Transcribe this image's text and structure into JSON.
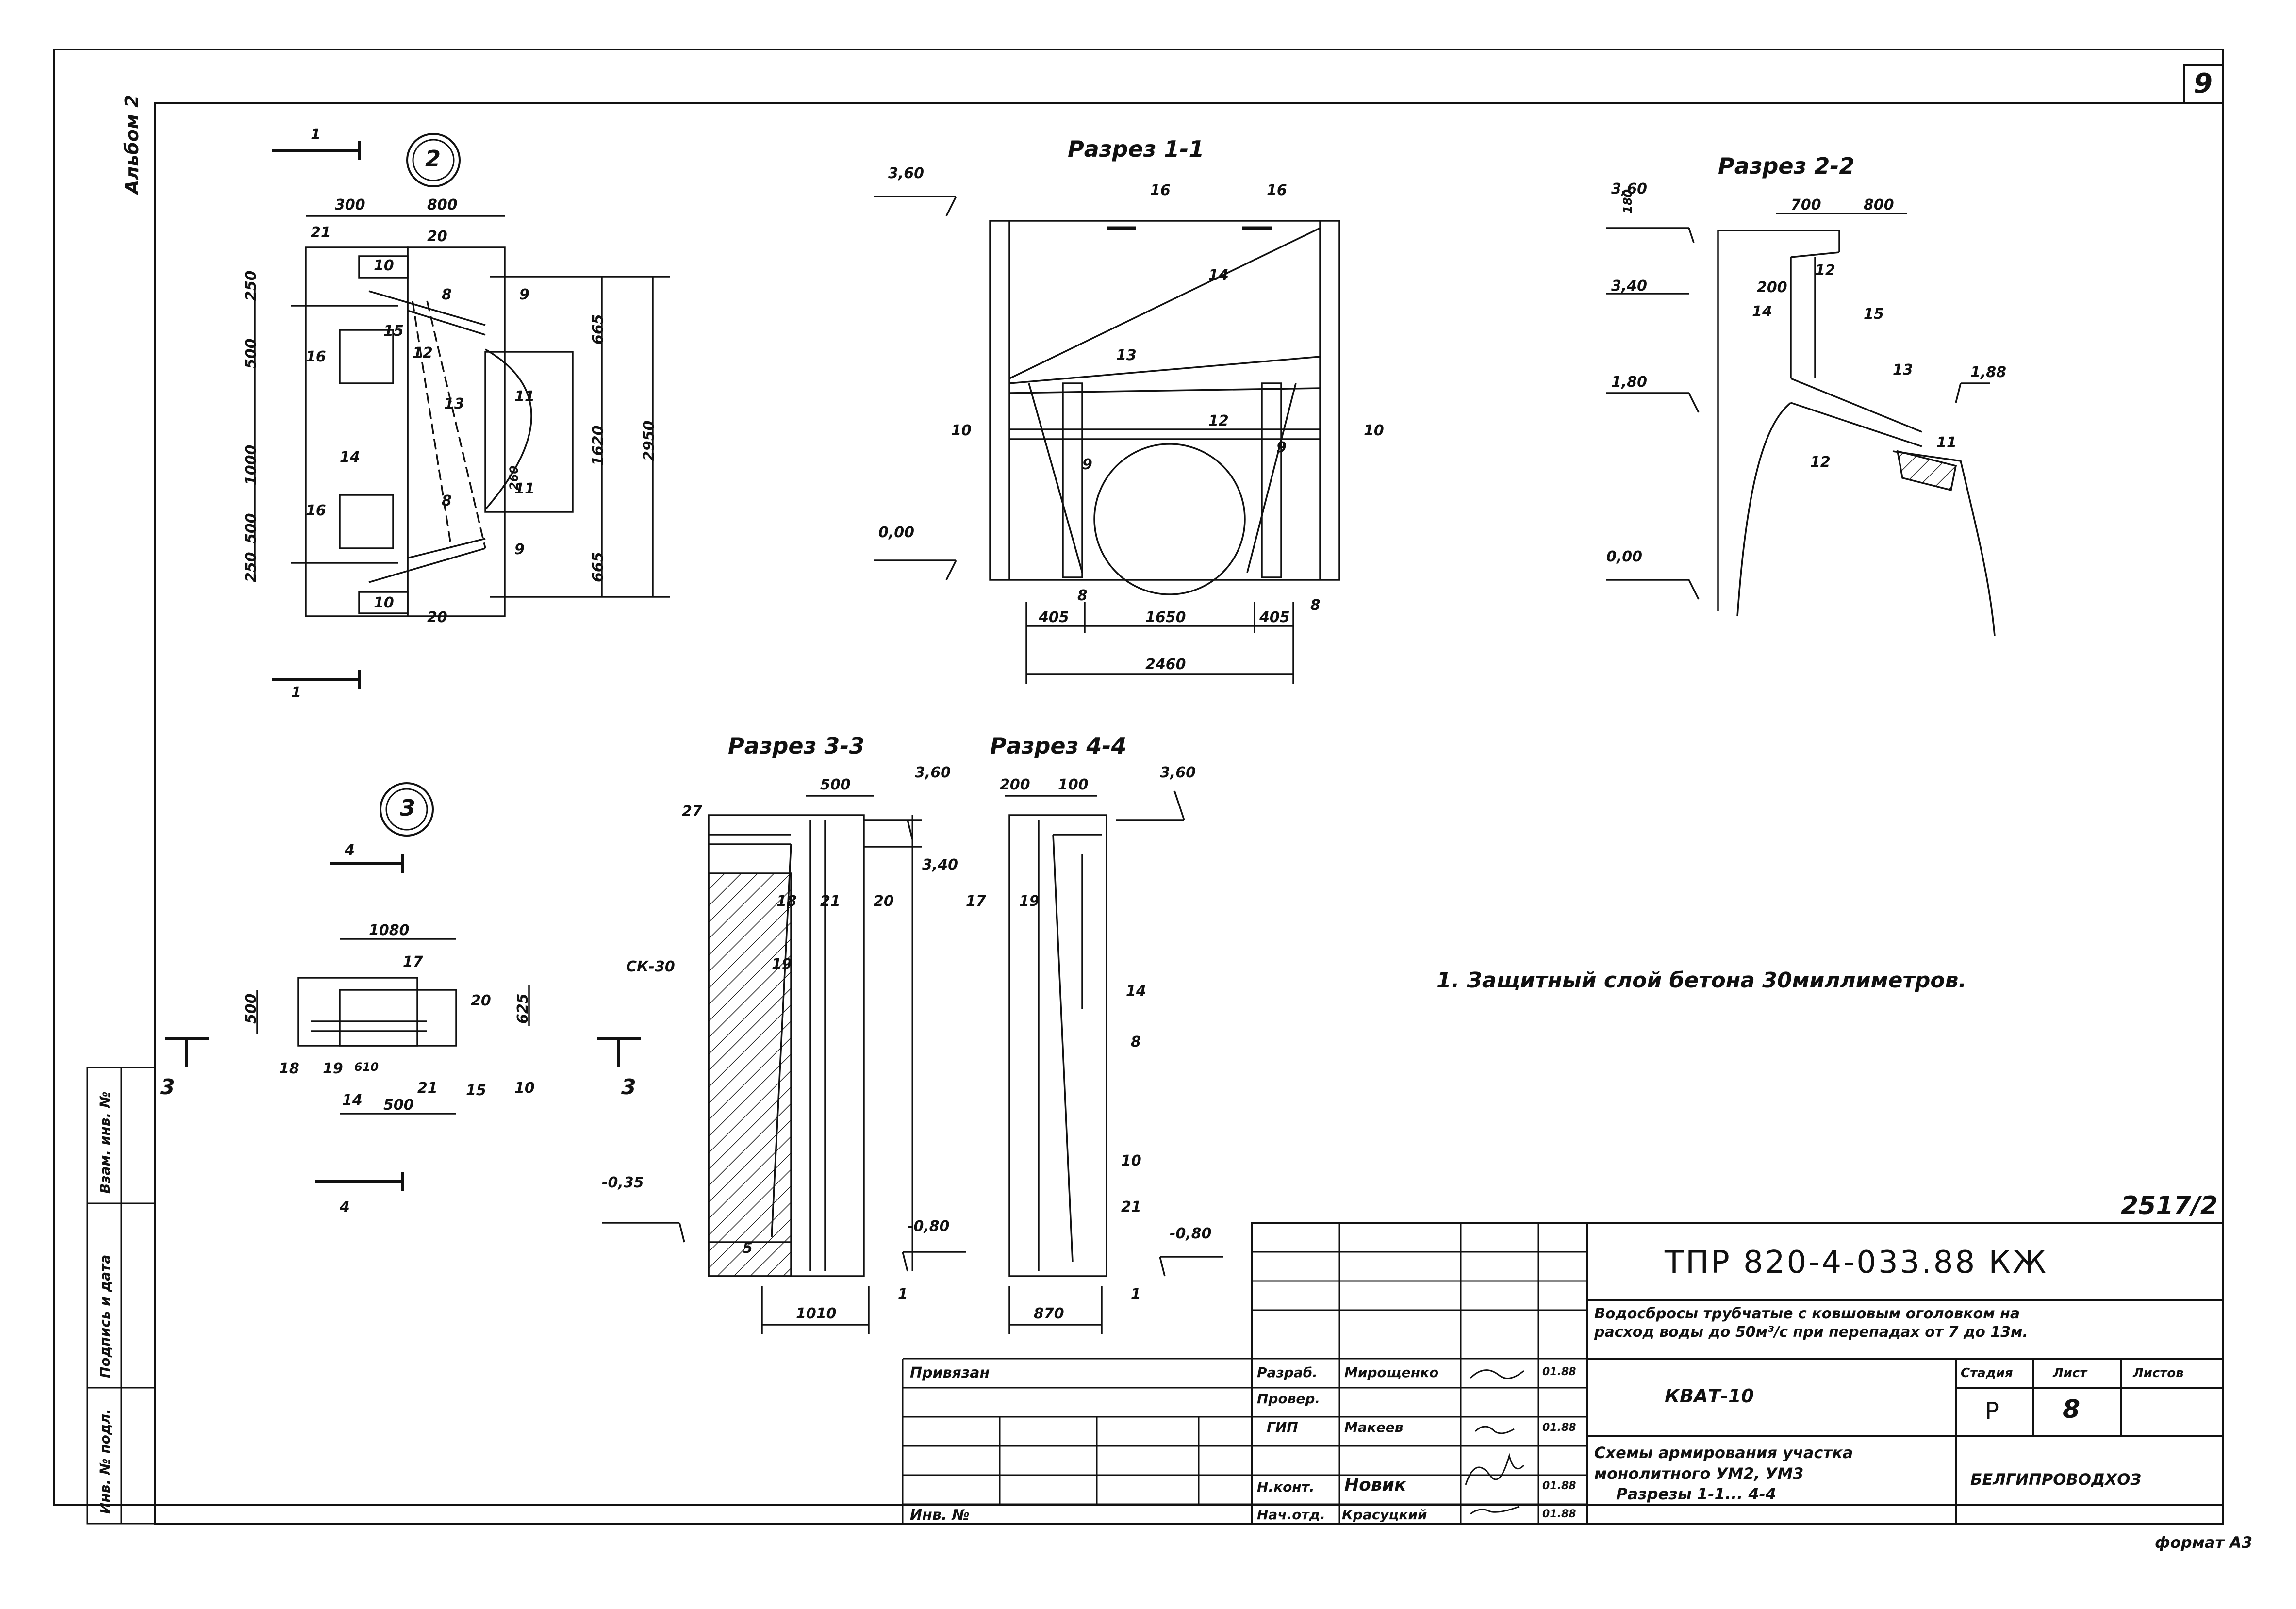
{
  "sheet": {
    "album": "Альбом 2",
    "sheet_number": "9",
    "archive_number": "2517/2",
    "format": "формат А3"
  },
  "side_stamp": {
    "col1": "Инв. № подл.",
    "col2": "Подпись и дата",
    "col3": "Взам. инв. №"
  },
  "view2": {
    "marker": "2",
    "cut_marks": [
      "1",
      "1"
    ],
    "dims_top": [
      "300",
      "800"
    ],
    "dims_left": [
      "250",
      "500",
      "1000",
      "500",
      "250"
    ],
    "dims_right": [
      "665",
      "1620",
      "665",
      "2950"
    ],
    "inner_dim": "260",
    "positions": [
      "21",
      "20",
      "10",
      "8",
      "9",
      "12",
      "15",
      "16",
      "13",
      "11",
      "11",
      "14",
      "16",
      "8",
      "9",
      "10",
      "20"
    ]
  },
  "section11": {
    "title": "Разрез 1-1",
    "levels": [
      "3,60",
      "0,00"
    ],
    "positions": [
      "16",
      "16",
      "14",
      "13",
      "12",
      "10",
      "10",
      "9",
      "9",
      "8",
      "8"
    ],
    "dims_bottom": [
      "405",
      "1650",
      "405",
      "2460"
    ]
  },
  "section22": {
    "title": "Разрез 2-2",
    "levels": [
      "3,60",
      "3,40",
      "1,80",
      "1,88",
      "0,00"
    ],
    "dims": [
      "180",
      "700",
      "800",
      "200"
    ],
    "positions": [
      "12",
      "14",
      "15",
      "13",
      "11",
      "12"
    ]
  },
  "view3": {
    "marker": "3",
    "cut_marks": [
      "4",
      "4",
      "3",
      "3"
    ],
    "dims": [
      "1080",
      "500",
      "625",
      "500"
    ],
    "positions": [
      "17",
      "20",
      "18",
      "19",
      "610",
      "21",
      "15",
      "10",
      "14"
    ]
  },
  "section33": {
    "title": "Разрез 3-3",
    "levels": [
      "3,60",
      "3,40",
      "-0,35",
      "-0,80"
    ],
    "dims": [
      "500",
      "1010"
    ],
    "positions": [
      "27",
      "18",
      "21",
      "20",
      "19",
      "5",
      "1"
    ],
    "mark": "СК-30"
  },
  "section44": {
    "title": "Разрез 4-4",
    "levels": [
      "3,60",
      "-0,80"
    ],
    "dims": [
      "200",
      "100",
      "870"
    ],
    "positions": [
      "17",
      "19",
      "14",
      "8",
      "10",
      "21",
      "1"
    ]
  },
  "note": "1. Защитный слой бетона 30миллиметров.",
  "title_block": {
    "code": "ТПР 820-4-033.88 КЖ",
    "description_line1": "Водосбросы трубчатые с ковшовым оголовком на",
    "description_line2": "расход воды до 50м³/с при перепадах от 7 до 13м.",
    "privyazan": "Привязан",
    "inv_no": "Инв. №",
    "roles": [
      "Разраб.",
      "Провер.",
      "ГИП",
      "",
      "Н.конт.",
      "Нач.отд."
    ],
    "names": [
      "Мирощенко",
      "",
      "Макеев",
      "",
      "Новик",
      "Красуцкий"
    ],
    "dates": [
      "01.88",
      "",
      "01.88",
      "",
      "01.88",
      "01.88"
    ],
    "object": "КВАТ-10",
    "stage_header": "Стадия",
    "sheet_header": "Лист",
    "sheets_header": "Листов",
    "stage": "Р",
    "sheet": "8",
    "sheets": "",
    "drawing_title_line1": "Схемы армирования участка",
    "drawing_title_line2": "монолитного УМ2, УМ3",
    "drawing_title_line3": "Разрезы 1-1... 4-4",
    "organization": "БЕЛГИПРОВОДХОЗ"
  }
}
